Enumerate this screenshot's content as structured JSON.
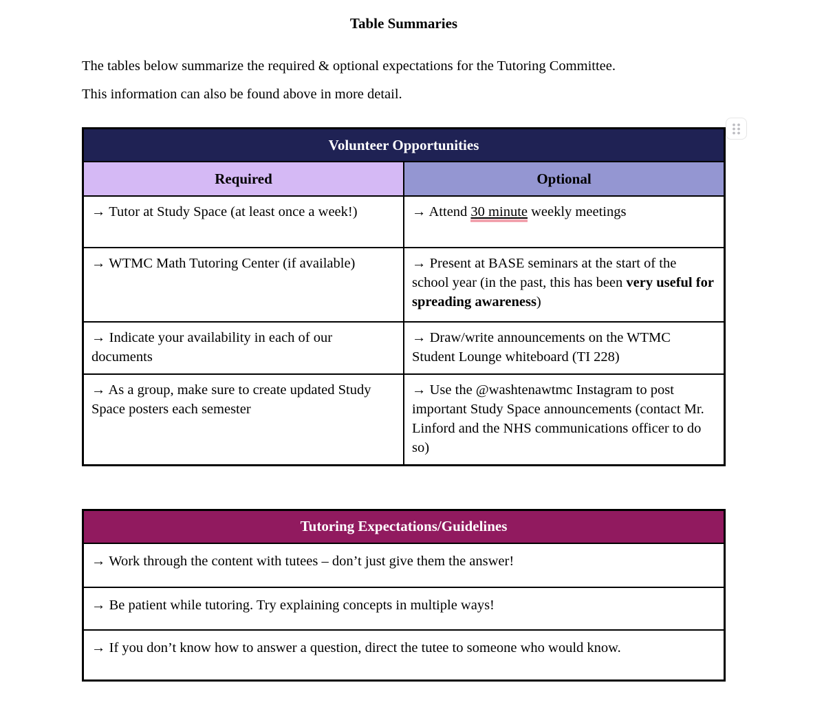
{
  "doc": {
    "title": "Table Summaries",
    "intro_lines": [
      "The tables below summarize the required & optional expectations for the Tutoring Committee.",
      "This information can also be found above in more detail."
    ]
  },
  "drag_handle": {
    "icon": "six-dot-grid"
  },
  "volunteer_table": {
    "title": "Volunteer Opportunities",
    "columns": {
      "required": "Required",
      "optional": "Optional"
    },
    "rows": [
      {
        "required": "→ Tutor at Study Space (at least once a week!)",
        "optional_pre": "→ Attend ",
        "optional_suggested": "30 minute",
        "optional_post": " weekly meetings"
      },
      {
        "required": "→ WTMC Math Tutoring Center (if available)",
        "optional_pre": "→ Present at BASE seminars at the start of the school year (in the past, this has been ",
        "optional_bold": "very useful for spreading awareness",
        "optional_post": ")"
      },
      {
        "required": "→ Indicate your availability in each of our documents",
        "optional": "→ Draw/write announcements on the WTMC Student Lounge whiteboard (TI 228)"
      },
      {
        "required": "→ As a group, make sure to create updated Study Space posters each semester",
        "optional": "→ Use the @washtenawtmc Instagram to post important Study Space announcements (contact Mr. Linford and the NHS communications officer to do so)"
      }
    ]
  },
  "guidelines_table": {
    "title": "Tutoring Expectations/Guidelines",
    "rows": [
      "→ Work through the content with tutees – don’t just give them the answer!",
      "→ Be patient while tutoring. Try explaining concepts in multiple ways!",
      "→ If you don’t know how to answer a question, direct the tutee to someone who would know."
    ]
  },
  "colors": {
    "volunteer_header_bg": "#1F2254",
    "required_header_bg": "#D5B9F5",
    "optional_header_bg": "#9496D2",
    "guidelines_header_bg": "#911A5F",
    "suggestion_underline": "#F2A2AE",
    "border": "#000000",
    "text": "#000000"
  }
}
